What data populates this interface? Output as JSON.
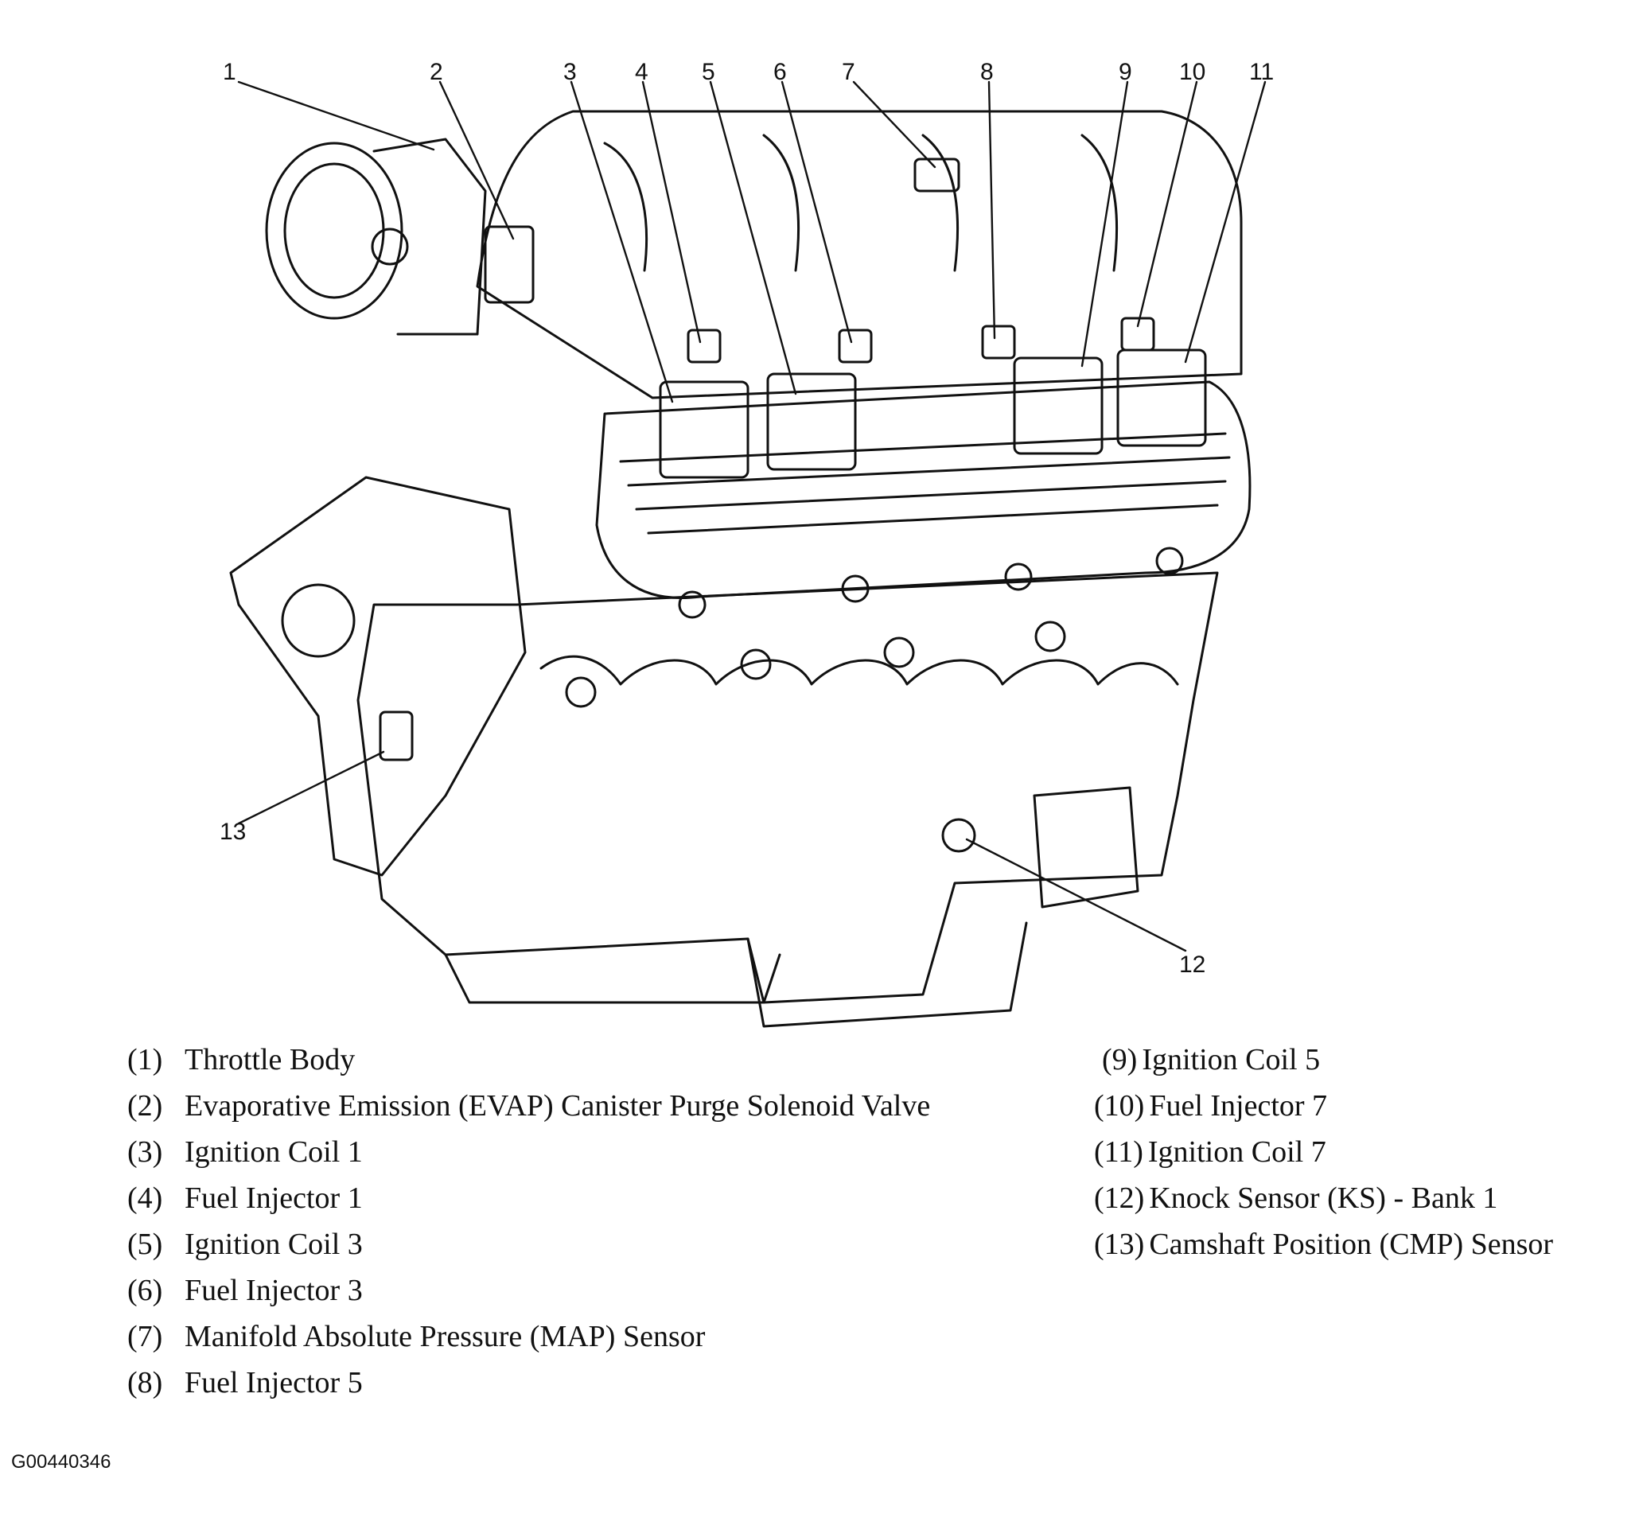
{
  "figure_id": "G00440346",
  "callouts": [
    {
      "num": "1",
      "label": "Throttle Body"
    },
    {
      "num": "2",
      "label": "Evaporative Emission (EVAP) Canister Purge Solenoid Valve"
    },
    {
      "num": "3",
      "label": "Ignition Coil 1"
    },
    {
      "num": "4",
      "label": "Fuel Injector 1"
    },
    {
      "num": "5",
      "label": "Ignition Coil 3"
    },
    {
      "num": "6",
      "label": "Fuel Injector 3"
    },
    {
      "num": "7",
      "label": "Manifold Absolute Pressure (MAP) Sensor"
    },
    {
      "num": "8",
      "label": "Fuel Injector 5"
    },
    {
      "num": "9",
      "label": "Ignition Coil 5"
    },
    {
      "num": "10",
      "label": "Fuel Injector 7"
    },
    {
      "num": "11",
      "label": "Ignition Coil 7"
    },
    {
      "num": "12",
      "label": "Knock Sensor (KS) - Bank 1"
    },
    {
      "num": "13",
      "label": "Camshaft Position (CMP) Sensor"
    }
  ],
  "legend": [
    {
      "num": "(1)",
      "text": "Throttle Body"
    },
    {
      "num": "(2)",
      "text": "Evaporative Emission (EVAP) Canister Purge Solenoid Valve"
    },
    {
      "num": "(3)",
      "text": "Ignition Coil 1"
    },
    {
      "num": "(4)",
      "text": "Fuel Injector 1"
    },
    {
      "num": "(5)",
      "text": "Ignition Coil 3"
    },
    {
      "num": "(6)",
      "text": "Fuel Injector 3"
    },
    {
      "num": "(7)",
      "text": "Manifold Absolute Pressure (MAP) Sensor"
    },
    {
      "num": "(8)",
      "text": "Fuel Injector 5"
    },
    {
      "num": "(9)",
      "text": "Ignition Coil 5"
    },
    {
      "num": "(10)",
      "text": "Fuel Injector 7"
    },
    {
      "num": "(11)",
      "text": "Ignition Coil 7"
    },
    {
      "num": "(12)",
      "text": "Knock Sensor (KS) - Bank 1"
    },
    {
      "num": "(13)",
      "text": "Camshaft Position (CMP) Sensor"
    }
  ]
}
